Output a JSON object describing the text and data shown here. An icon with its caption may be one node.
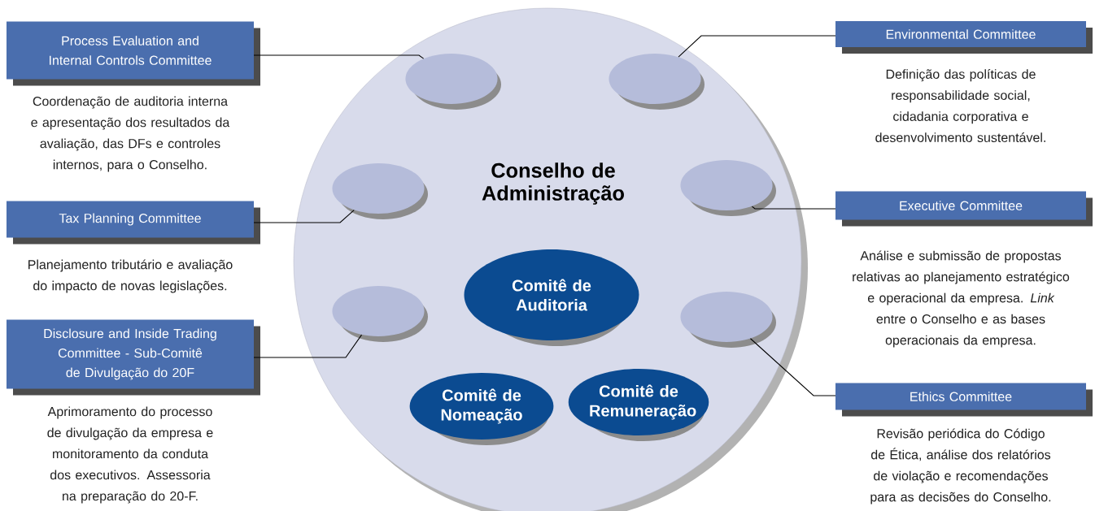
{
  "diagram": {
    "nodes": [
      {
        "text": [
          "Conselho de Administração"
        ]
      },
      {
        "text": [],
        "shape": "ellipse",
        "in": 0
      },
      {
        "text": [],
        "shape": "ellipse",
        "in": 0
      },
      {
        "text": [],
        "shape": "ellipse",
        "in": 0
      },
      {
        "text": [],
        "shape": "ellipse",
        "in": 0
      },
      {
        "text": [],
        "shape": "ellipse",
        "in": 0
      },
      {
        "text": [],
        "shape": "ellipse",
        "in": 0
      },
      {
        "text": [
          "Comitê de Auditoria"
        ],
        "in": 0
      },
      {
        "text": [
          "Comitê de Nomeação"
        ],
        "in": 0
      },
      {
        "text": [
          "Comitê de Remuneração"
        ],
        "in": 0
      },
      {
        "text": [
          "Process Evaluation and Internal Controls Committee"
        ],
        "beside": [
          "Coordenação de auditoria interna e apresentação dos resultados da avaliação, das DFs e controles internos, para o Conselho."
        ]
      },
      {
        "text": [
          "Tax Planning Committee"
        ],
        "beside": [
          "Planejamento tributário e avaliação do impacto de novas legislações."
        ]
      },
      {
        "text": [
          "Disclosure and Inside Trading Committee - Sub-Comitê de Divulgação do 20F"
        ],
        "beside": [
          "Aprimoramento do processo de divulgação da empresa e monitoramento da conduta dos executivos. Assessoria na preparação do 20-F."
        ]
      },
      {
        "text": [
          "Environmental Committee"
        ],
        "beside": [
          "Definição das políticas de responsabilidade social, cidadania corporativa e desenvolvimento sustentável."
        ]
      },
      {
        "text": [
          "Executive Committee"
        ],
        "beside": [
          "Análise e submissão de propostas relativas ao planejamento estratégico e operacional da empresa. *Link* entre o Conselho e as bases operacionais da empresa."
        ]
      },
      {
        "text": [
          "Ethics Committee"
        ],
        "beside": [
          "Revisão periódica do Código de Ética, análise dos relatórios de violação e recomendações para as decisões do Conselho."
        ]
      }
    ],
    "edges": [
      {
        "from": 10,
        "to": 1,
        "arrow": "none"
      },
      {
        "from": 11,
        "to": 3,
        "arrow": "none"
      },
      {
        "from": 12,
        "to": 5,
        "arrow": "none"
      },
      {
        "from": 13,
        "to": 2,
        "arrow": "none"
      },
      {
        "from": 14,
        "to": 4,
        "arrow": "none"
      },
      {
        "from": 15,
        "to": 6,
        "arrow": "none"
      }
    ]
  }
}
